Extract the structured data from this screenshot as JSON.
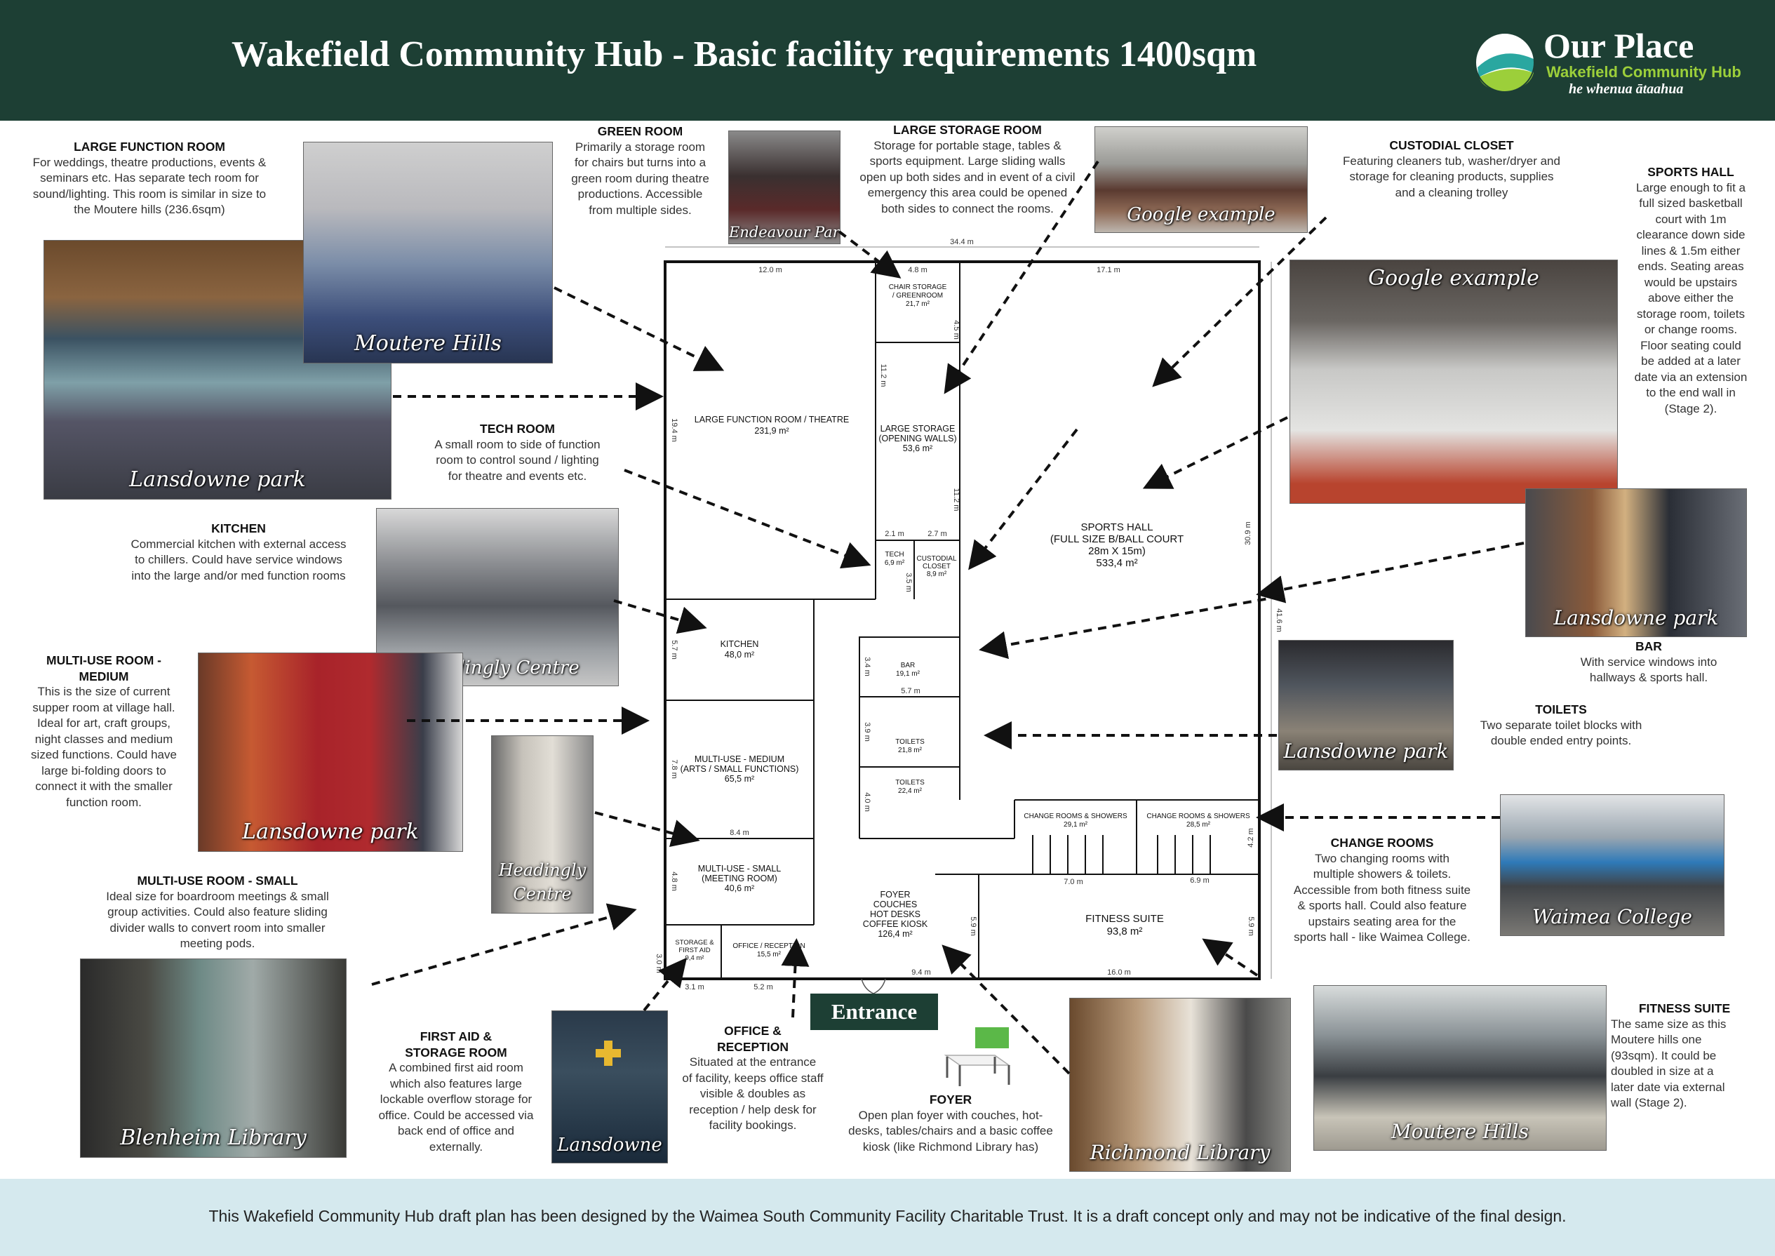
{
  "header": {
    "title": "Wakefield Community Hub - Basic facility requirements 1400sqm",
    "logo_name": "Our Place",
    "logo_sub": "Wakefield Community Hub",
    "logo_tagline": "he whenua ātaahua"
  },
  "colors": {
    "header_bg": "#1d3f34",
    "footer_bg": "#d5e9ee",
    "logo_green": "#9ccf3a",
    "logo_teal": "#2aa7a0"
  },
  "footer": {
    "text": "This Wakefield Community Hub draft plan has been designed by the Waimea South Community Facility Charitable Trust.  It is a draft concept only and may not be indicative of the final design."
  },
  "descriptions": {
    "large_function": {
      "title": "LARGE FUNCTION ROOM",
      "lines": [
        "For weddings, theatre productions, events &",
        "seminars etc.  Has separate tech room for",
        "sound/lighting. This room is similar in size to",
        "the Moutere hills (236.6sqm)"
      ]
    },
    "green_room": {
      "title": "GREEN ROOM",
      "lines": [
        "Primarily a storage room",
        "for chairs but turns into a",
        "green room during theatre",
        "productions.  Accessible",
        "from multiple sides."
      ]
    },
    "large_storage": {
      "title": "LARGE STORAGE ROOM",
      "lines": [
        "Storage for portable stage, tables &",
        "sports equipment.  Large sliding walls",
        "open up both sides and in event of a civil",
        "emergency this area could be opened",
        "both sides to connect the rooms."
      ]
    },
    "custodial": {
      "title": "CUSTODIAL CLOSET",
      "lines": [
        "Featuring cleaners tub, washer/dryer and",
        "storage for cleaning products, supplies",
        "and a cleaning trolley"
      ]
    },
    "sports_hall": {
      "title": "SPORTS HALL",
      "lines": [
        "Large enough to fit a",
        "full sized basketball",
        "court with 1m",
        "clearance down side",
        "lines & 1.5m either",
        "ends.  Seating areas",
        "would be upstairs",
        "above either the",
        "storage room,  toilets",
        "or change rooms.",
        "Floor seating could",
        "be added at a later",
        "date via an extension",
        "to the end wall in",
        "(Stage 2)."
      ]
    },
    "tech_room": {
      "title": "TECH ROOM",
      "lines": [
        "A small room to side of function",
        "room to control sound / lighting",
        "for theatre and events etc."
      ]
    },
    "kitchen": {
      "title": "KITCHEN",
      "lines": [
        "Commercial kitchen with external access",
        "to chillers.  Could have service windows",
        "into the  large and/or med function rooms"
      ]
    },
    "multi_medium": {
      "title": "MULTI-USE ROOM -",
      "title2": "MEDIUM",
      "lines": [
        "This is the size of current",
        "supper room at village hall.",
        "Ideal for art, craft groups,",
        "night classes and medium",
        "sized functions. Could have",
        "large bi-folding doors to",
        "connect it with the smaller",
        "function room."
      ]
    },
    "multi_small": {
      "title": "MULTI-USE ROOM - SMALL",
      "lines": [
        "Ideal size for boardroom meetings & small",
        "group activities.  Could also feature sliding",
        "divider walls to convert room into smaller",
        "meeting pods."
      ]
    },
    "first_aid": {
      "title": "FIRST AID &",
      "title2": "STORAGE ROOM",
      "lines": [
        "A combined first aid room",
        "which also features large",
        "lockable overflow storage for",
        "office.  Could be accessed via",
        "back end of office and",
        "externally."
      ]
    },
    "office": {
      "title": "OFFICE &",
      "title2": "RECEPTION",
      "lines": [
        "Situated at the entrance",
        "of facility, keeps office staff",
        "visible & doubles as",
        "reception / help desk for",
        "facility bookings."
      ]
    },
    "foyer": {
      "title": "FOYER",
      "lines": [
        "Open plan foyer with couches, hot-",
        "desks, tables/chairs and a basic coffee",
        "kiosk (like Richmond Library has)"
      ]
    },
    "bar": {
      "title": "BAR",
      "lines": [
        "With service windows into",
        "hallways & sports hall."
      ]
    },
    "toilets": {
      "title": "TOILETS",
      "lines": [
        "Two separate toilet blocks with",
        "double ended entry points."
      ]
    },
    "change_rooms": {
      "title": "CHANGE ROOMS",
      "lines": [
        "Two changing rooms with",
        "multiple showers & toilets.",
        "Accessible from both fitness suite",
        "& sports hall.  Could also feature",
        "upstairs seating area for the",
        "sports hall - like Waimea College."
      ]
    },
    "fitness": {
      "title": "FITNESS SUITE",
      "lines": [
        "The same size as this",
        "Moutere hills one",
        "(93sqm). It could be",
        "doubled in size  at a",
        "later date via external",
        "wall  (Stage 2)."
      ]
    }
  },
  "photo_captions": {
    "moutere_hills_function": "Moutere Hills",
    "lansdowne_function": "Lansdowne park",
    "endeavour": "Endeavour Park",
    "google_storage": "Google example",
    "google_sports": "Google example",
    "headingly_kitchen": "Headingly Centre",
    "lansdowne_medium": "Lansdowne park",
    "headingly_small": "Headingly Centre",
    "lansdowne_bar": "Lansdowne park",
    "lansdowne_toilets": "Lansdowne park",
    "waimea_college": "Waimea College",
    "blenheim_library": "Blenheim Library",
    "lansdowne_firstaid": "Lansdowne",
    "richmond_library": "Richmond Library",
    "moutere_hills_fitness": "Moutere Hills"
  },
  "floor_plan": {
    "entrance": "Entrance",
    "overall_width": "34.4 m",
    "overall_depth": "41.6 m",
    "rooms": {
      "large_function": {
        "name": "LARGE FUNCTION ROOM / THEATRE",
        "area": "231,9 m²"
      },
      "chair_storage": {
        "name": "CHAIR STORAGE",
        "name2": "/ GREENROOM",
        "area": "21,7 m²"
      },
      "large_storage": {
        "name": "LARGE STORAGE",
        "name2": "(OPENING WALLS)",
        "area": "53,6 m²"
      },
      "tech": {
        "name": "TECH",
        "area": "6,9 m²"
      },
      "custodial": {
        "name": "CUSTODIAL",
        "name2": "CLOSET",
        "area": "8,9 m²"
      },
      "sports_hall": {
        "name": "SPORTS HALL",
        "name2": "(FULL SIZE B/BALL COURT",
        "name3": "28m X 15m)",
        "area": "533,4 m²"
      },
      "kitchen": {
        "name": "KITCHEN",
        "area": "48,0 m²"
      },
      "bar": {
        "name": "BAR",
        "area": "19,1 m²"
      },
      "multi_medium": {
        "name": "MULTI-USE - MEDIUM",
        "name2": "(ARTS / SMALL FUNCTIONS)",
        "area": "65,5 m²"
      },
      "toilets1": {
        "name": "TOILETS",
        "area": "21,8 m²"
      },
      "toilets2": {
        "name": "TOILETS",
        "area": "22,4 m²"
      },
      "change1": {
        "name": "CHANGE ROOMS & SHOWERS",
        "area": "29,1 m²"
      },
      "change2": {
        "name": "CHANGE ROOMS & SHOWERS",
        "area": "28,5 m²"
      },
      "multi_small": {
        "name": "MULTI-USE - SMALL",
        "name2": "(MEETING ROOM)",
        "area": "40,6 m²"
      },
      "foyer": {
        "name": "FOYER",
        "name2": "COUCHES",
        "name3": "HOT DESKS",
        "name4": "COFFEE KIOSK",
        "area": "126,4 m²"
      },
      "fitness": {
        "name": "FITNESS SUITE",
        "area": "93,8 m²"
      },
      "first_aid": {
        "name": "STORAGE &",
        "name2": "FIRST AID",
        "area": "9,4 m²"
      },
      "office": {
        "name": "OFFICE / RECEPTION",
        "area": "15,5 m²"
      }
    },
    "dims": {
      "d12": "12.0 m",
      "d48": "4.8 m",
      "d171": "17.1 m",
      "d194": "19.4 m",
      "d112a": "11.2 m",
      "d45": "4.5 m",
      "d112b": "11.2 m",
      "d21": "2.1 m",
      "d27": "2.7 m",
      "d35": "3.5 m",
      "d309": "30.9 m",
      "d57a": "5.7 m",
      "d34": "3.4 m",
      "d57b": "5.7 m",
      "d39": "3.9 m",
      "d78": "7.8 m",
      "d40": "4.0 m",
      "d84": "8.4 m",
      "d42": "4.2 m",
      "d70": "7.0 m",
      "d69": "6.9 m",
      "d48b": "4.8 m",
      "d59a": "5.9 m",
      "d59b": "5.9 m",
      "d30": "3.0 m",
      "d31": "3.1 m",
      "d52": "5.2 m",
      "d94": "9.4 m",
      "d160": "16.0 m"
    }
  }
}
